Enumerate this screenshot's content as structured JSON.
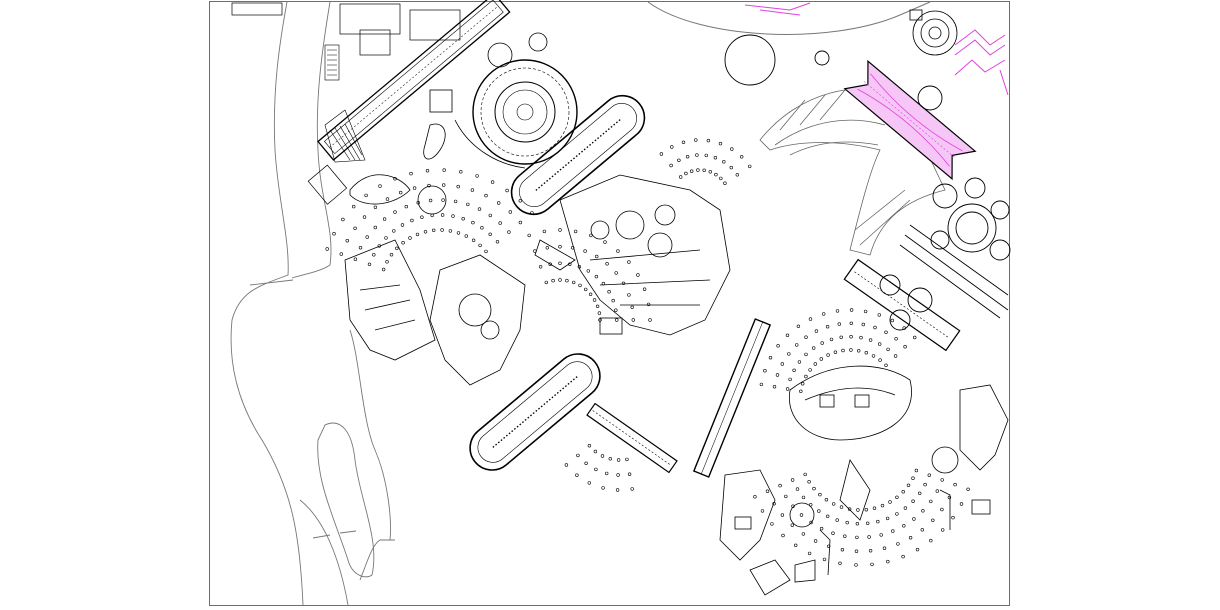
{
  "drawing": {
    "kind": "architectural site plan",
    "colors": {
      "linework": "#000000",
      "river": "#777777",
      "highlight": "#e040e0",
      "highlight_fill": "#f6c6f6",
      "frame": "#6e6e6e",
      "background": "#ffffff"
    },
    "elements": [
      "drawing-frame",
      "river",
      "river-island",
      "north-building-block",
      "circular-rotunda",
      "upper-racetrack",
      "lower-racetrack",
      "diagonal-long-building",
      "west-complex",
      "central-complex",
      "south-colonnade",
      "east-fan-plaza",
      "pink-stadium",
      "east-rotunda-cluster",
      "south-east-complex",
      "large-arc"
    ]
  }
}
